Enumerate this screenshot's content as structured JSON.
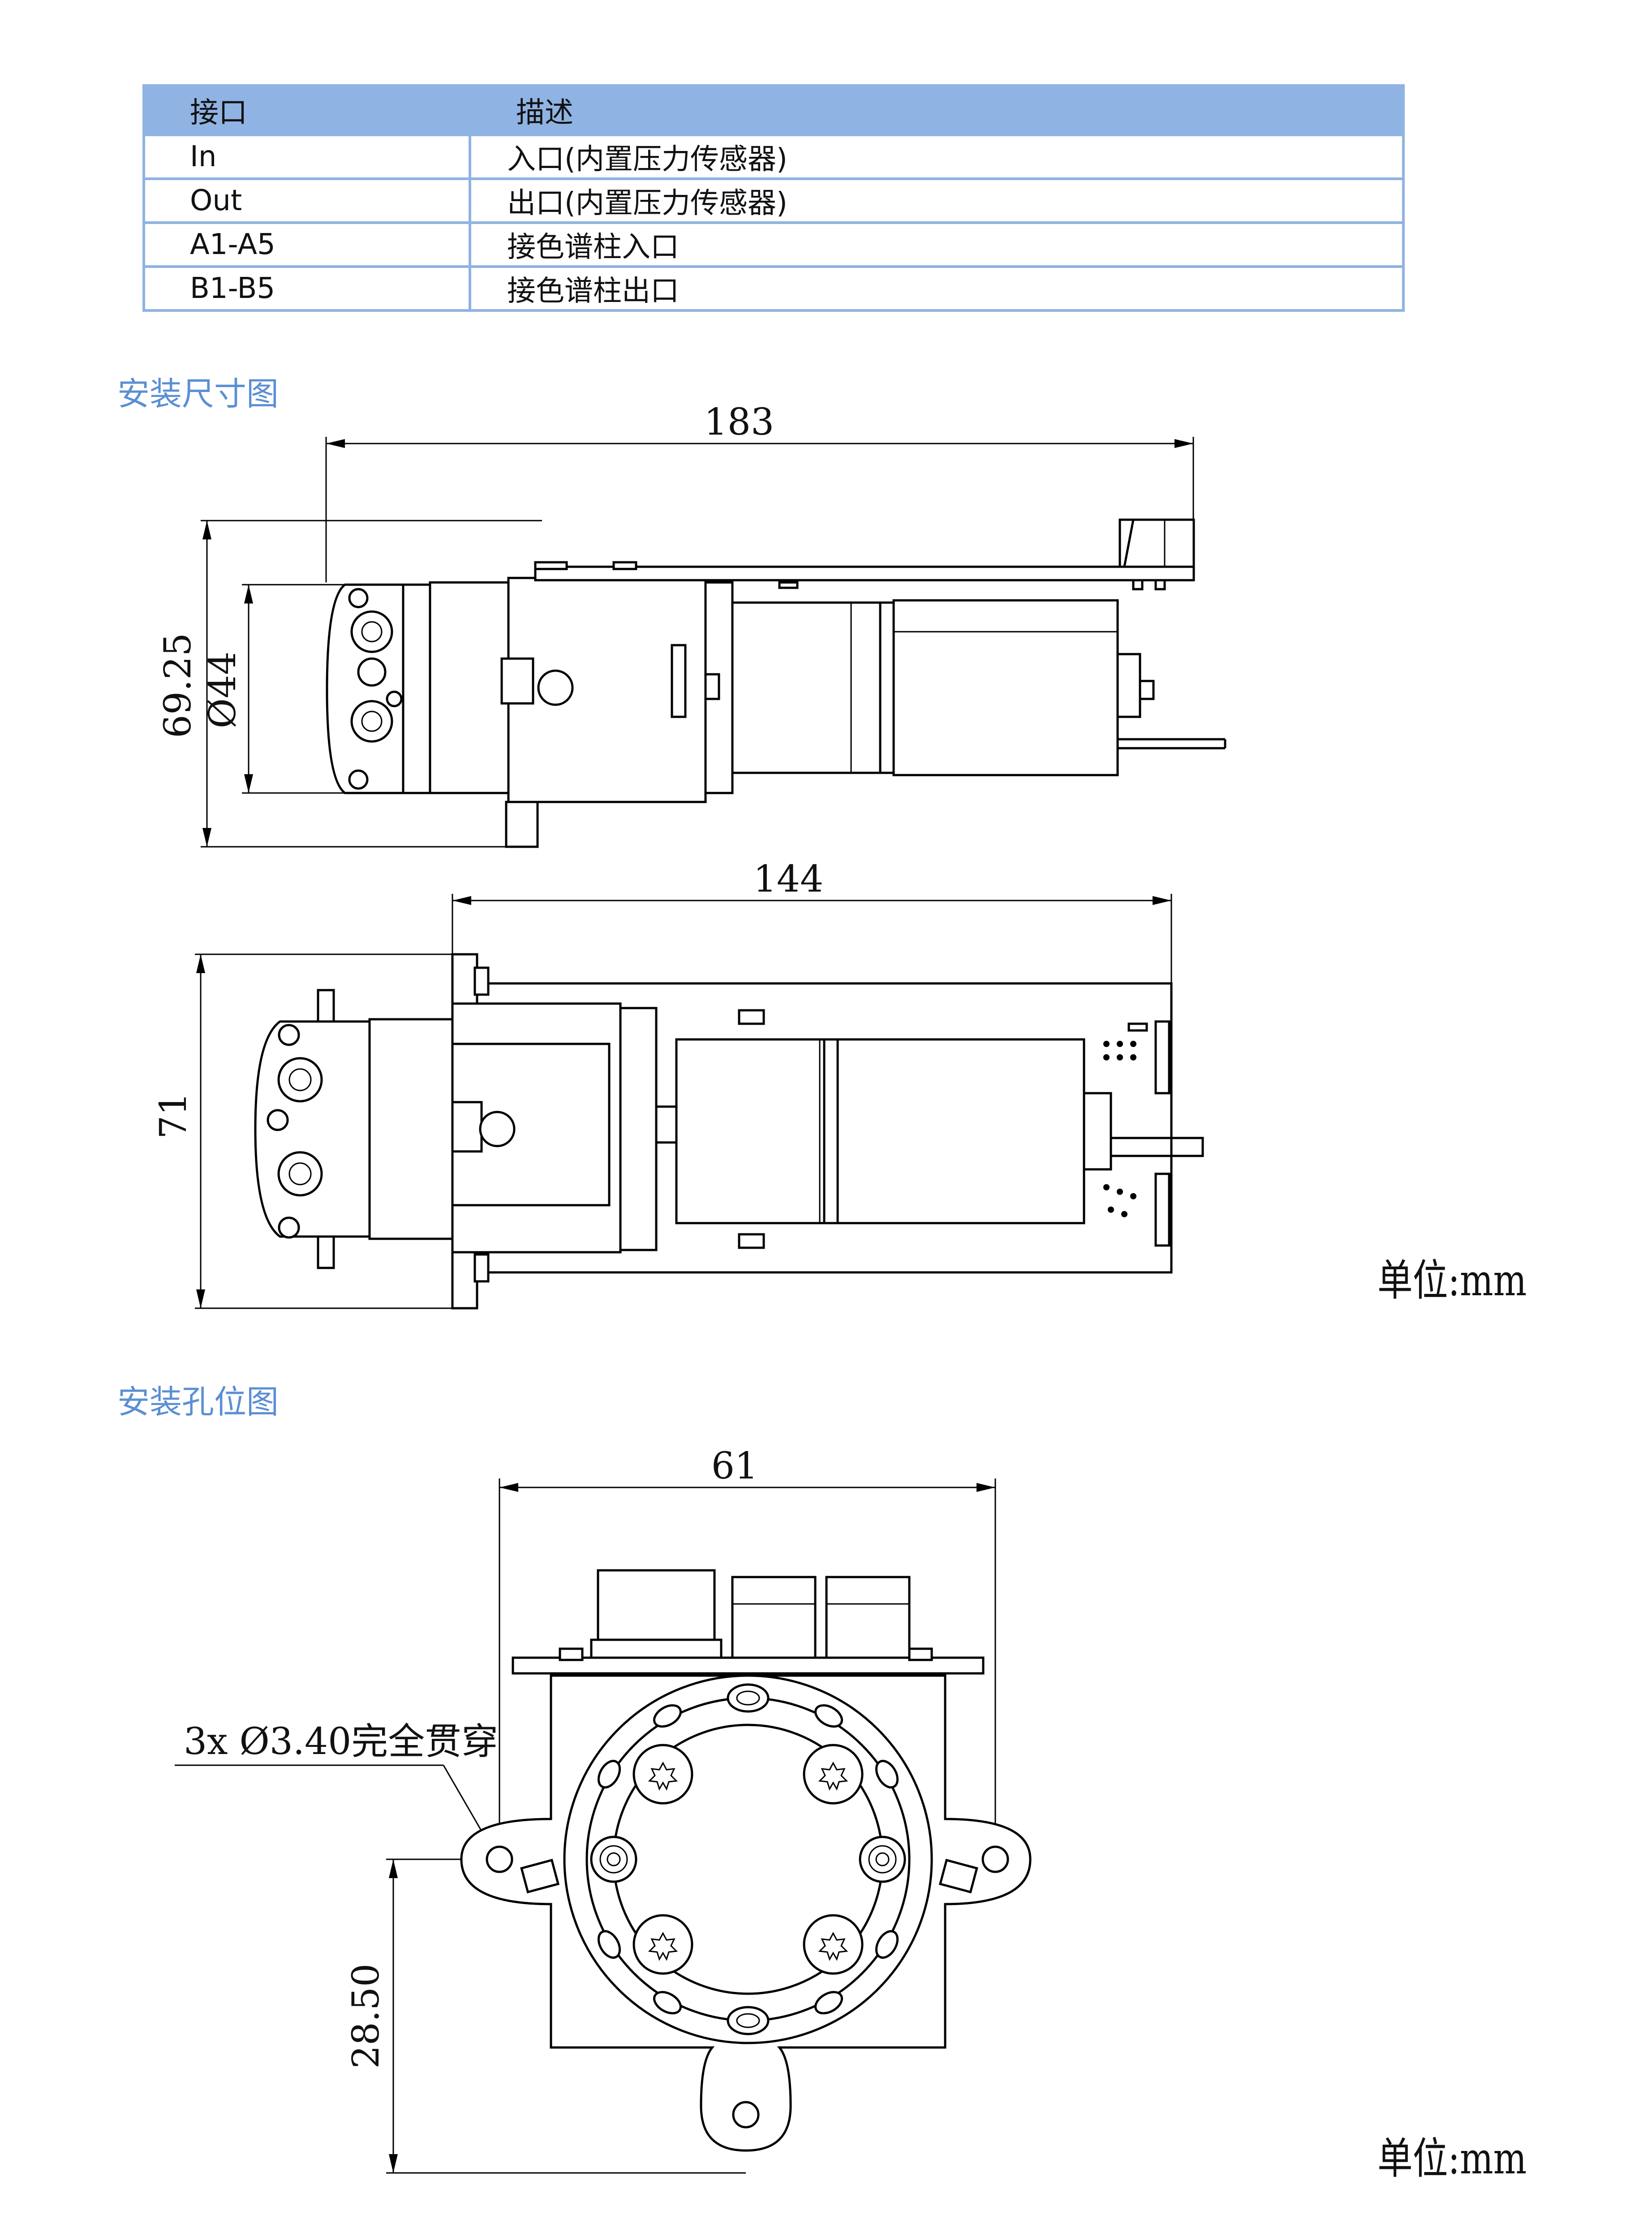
{
  "interface_table": {
    "headers": [
      "接口",
      "描述"
    ],
    "rows": [
      {
        "port": "In",
        "description": "入口(内置压力传感器)"
      },
      {
        "port": "Out",
        "description": "出口(内置压力传感器)"
      },
      {
        "port": "A1-A5",
        "description": "接色谱柱入口"
      },
      {
        "port": "B1-B5",
        "description": "接色谱柱出口"
      }
    ]
  },
  "dimension_drawing": {
    "title": "安装尺寸图",
    "top_view": {
      "length": "183",
      "height": "69.25",
      "diameter": "Ø44"
    },
    "side_view": {
      "length": "144",
      "height": "71"
    },
    "unit": "单位:mm"
  },
  "hole_drawing": {
    "title": "安装孔位图",
    "width": "61",
    "hole_note": "3x Ø3.40完全贯穿",
    "hole_offset": "28.50",
    "unit": "单位:mm"
  }
}
